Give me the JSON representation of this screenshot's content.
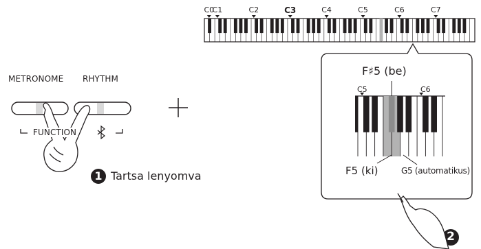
{
  "panel": {
    "metronome_label": "METRONOME",
    "rhythm_label": "RHYTHM",
    "function_label": "FUNCTION",
    "bluetooth_icon": "bluetooth-icon"
  },
  "keyboard": {
    "octave_labels": [
      "C0",
      "C1",
      "C2",
      "C3",
      "C4",
      "C5",
      "C6",
      "C7"
    ],
    "highlighted_key": "F#5"
  },
  "callout": {
    "title": "F♯5 (be)",
    "left_label": "C5",
    "right_label": "C6",
    "off_label": "F5 (ki)",
    "auto_label": "G5 (automatikus)"
  },
  "steps": {
    "step1_number": "1",
    "step1_text": "Tartsa lenyomva",
    "step2_number": "2"
  },
  "plus_sign": "+",
  "colors": {
    "highlight": "#b3b3b3",
    "ink": "#231f20"
  }
}
